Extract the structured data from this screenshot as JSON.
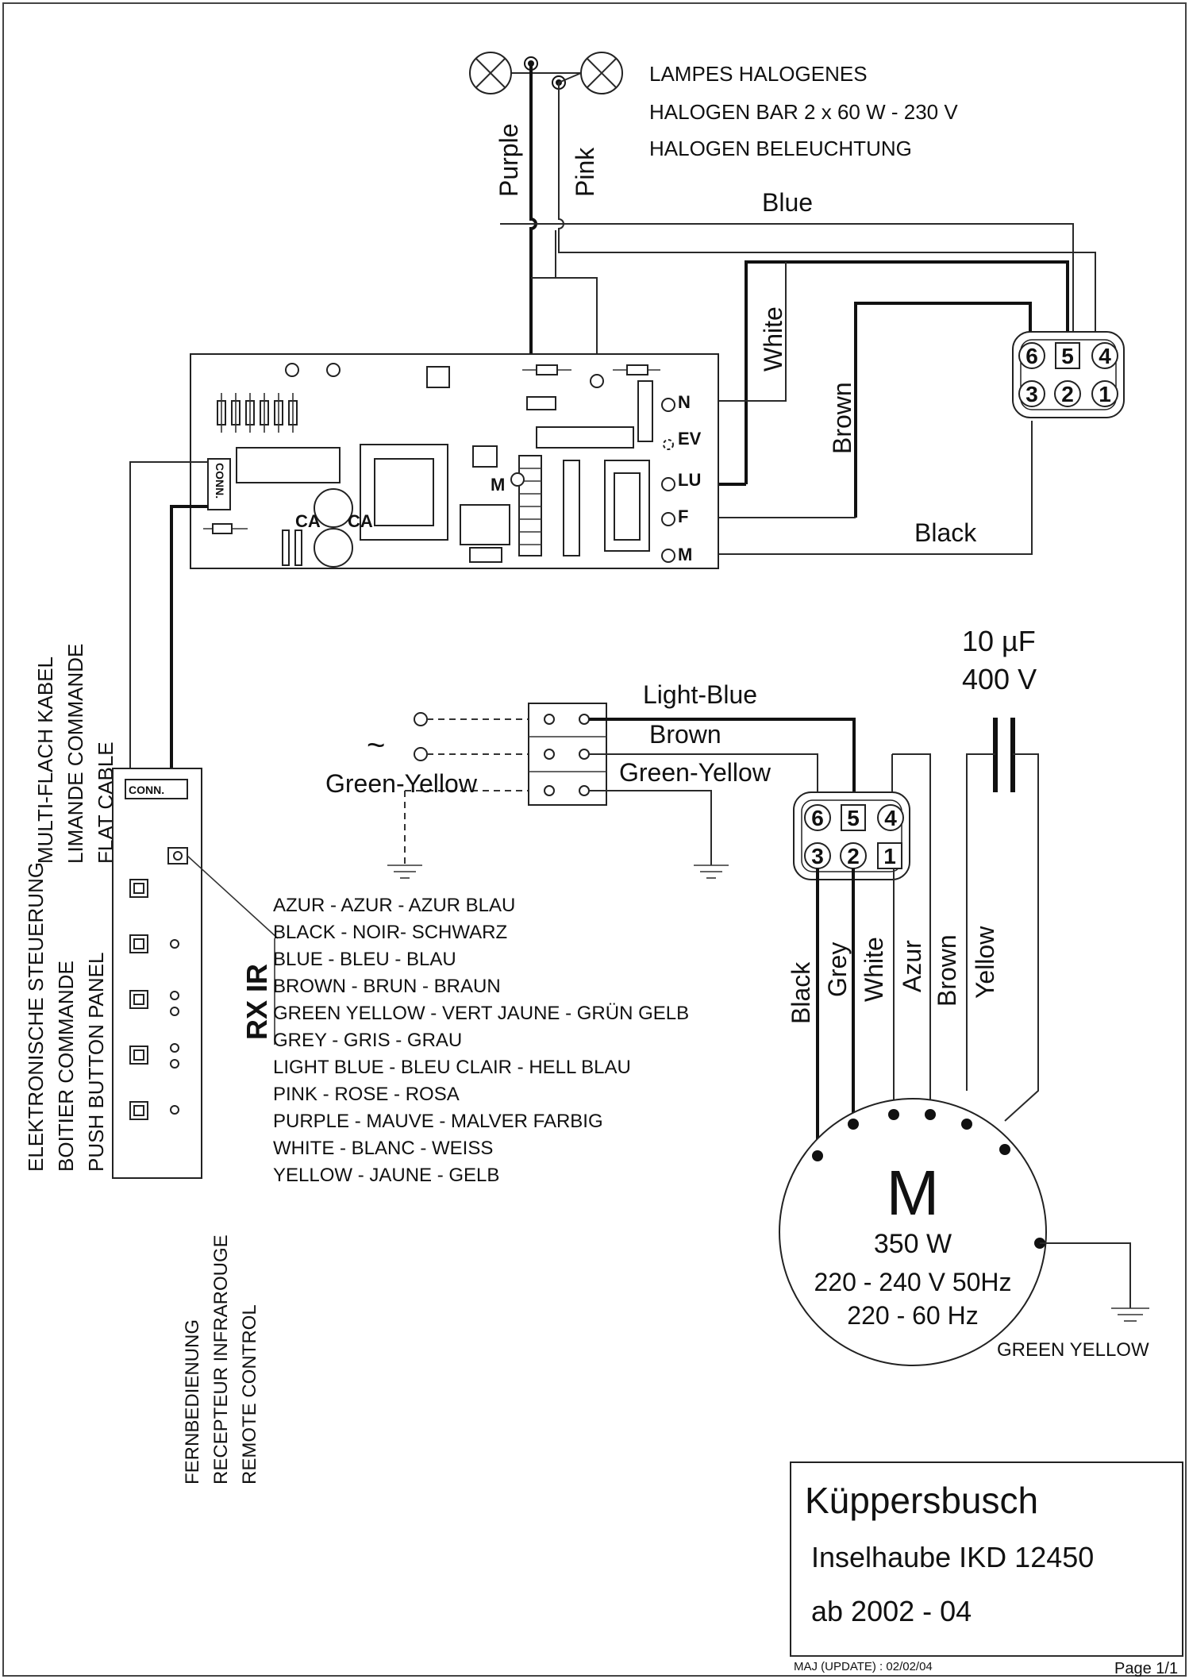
{
  "lamp": {
    "line1": "LAMPES HALOGENES",
    "line2": "HALOGEN BAR 2 x 60 W - 230 V",
    "line3": "HALOGEN BELEUCHTUNG"
  },
  "wires": {
    "purple": "Purple",
    "pink": "Pink",
    "blue": "Blue",
    "white": "White",
    "brown": "Brown",
    "black": "Black",
    "light_blue": "Light-Blue",
    "brown_mains": "Brown",
    "green_yellow_left": "Green-Yellow",
    "green_yellow_right": "Green-Yellow"
  },
  "board": {
    "terminals": [
      "N",
      "EV",
      "LU",
      "F",
      "M"
    ],
    "relay_label": "M",
    "conn_label": "CONN.",
    "cap1": "CA",
    "cap2": "CA"
  },
  "connector_top": {
    "row1": [
      "6",
      "5",
      "4"
    ],
    "row2": [
      "3",
      "2",
      "1"
    ]
  },
  "connector_motor": {
    "row1": [
      "6",
      "5",
      "4"
    ],
    "row2": [
      "3",
      "2",
      "1"
    ]
  },
  "capacitor": {
    "value": "10 µF",
    "voltage": "400 V"
  },
  "mains_symbol": "~",
  "flat_cable": [
    "MULTI-FLACH KABEL",
    "LIMANDE COMMANDE",
    "FLAT CABLE"
  ],
  "panel": {
    "conn_label": "CONN.",
    "desc": [
      "ELEKTRONISCHE STEUERUNG",
      "BOITIER COMMANDE",
      "PUSH BUTTON PANEL"
    ],
    "rx_label": "RX IR",
    "remote": [
      "FERNBEDIENUNG",
      "RECEPTEUR INFRAROUGE",
      "REMOTE CONTROL"
    ]
  },
  "legend": [
    "AZUR - AZUR - AZUR BLAU",
    "BLACK - NOIR- SCHWARZ",
    "BLUE - BLEU - BLAU",
    "BROWN - BRUN - BRAUN",
    "GREEN YELLOW - VERT JAUNE - GRÜN GELB",
    "GREY - GRIS - GRAU",
    "LIGHT BLUE - BLEU CLAIR - HELL BLAU",
    "PINK - ROSE - ROSA",
    "PURPLE - MAUVE - MALVER FARBIG",
    "WHITE - BLANC - WEISS",
    "YELLOW - JAUNE - GELB"
  ],
  "motor": {
    "symbol": "M",
    "power": "350 W",
    "voltage1": "220 - 240 V 50Hz",
    "voltage2": "220 - 60 Hz",
    "ground": "GREEN YELLOW",
    "leads": [
      "Black",
      "Grey",
      "White",
      "Azur",
      "Brown",
      "Yellow"
    ]
  },
  "title_block": {
    "brand": "Küppersbusch",
    "model": "Inselhaube IKD 12450",
    "date": "ab 2002 - 04",
    "update": "MAJ (UPDATE) : 02/02/04",
    "page": "Page 1/1"
  }
}
